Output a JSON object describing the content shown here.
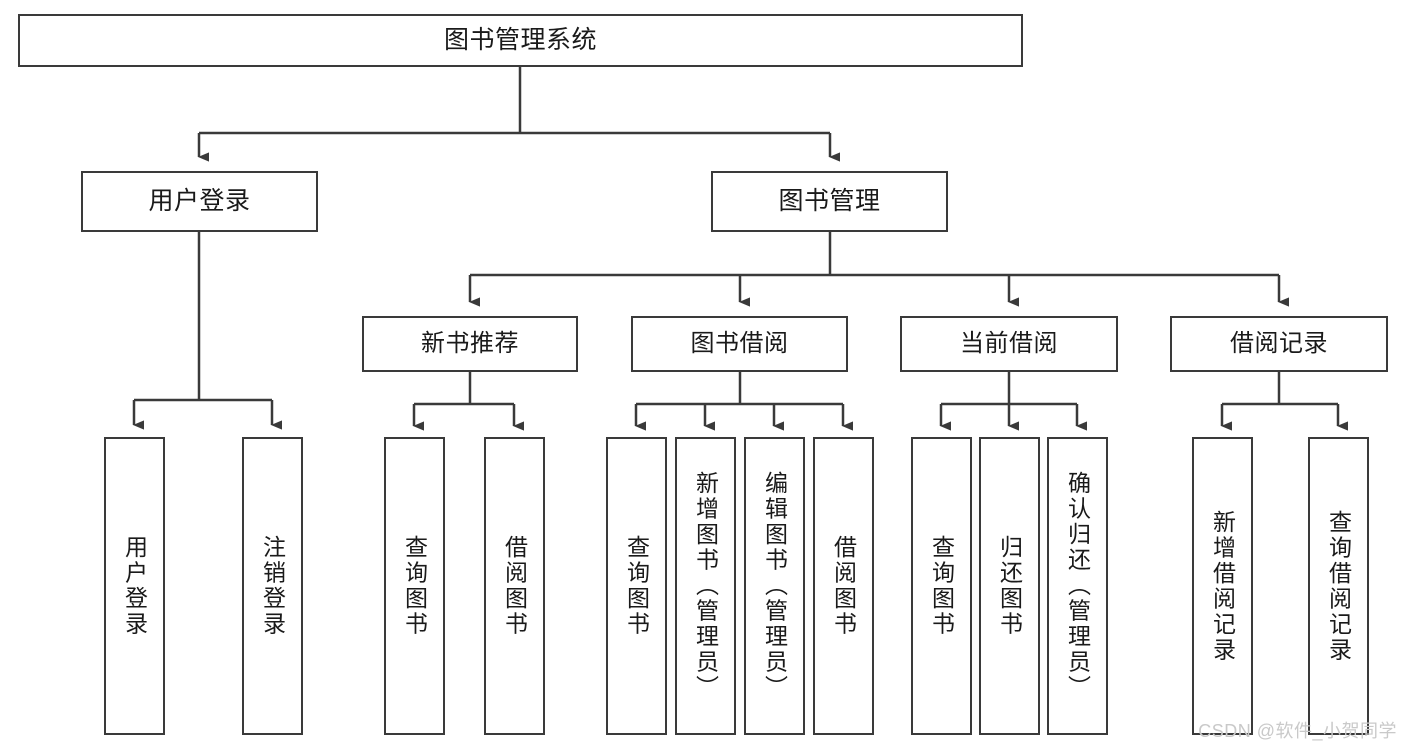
{
  "diagram": {
    "type": "tree-hierarchy",
    "title": "图书管理系统",
    "watermark": "CSDN @软件_小贺同学",
    "colors": {
      "stroke": "#3a3a3a",
      "fill": "#ffffff",
      "text": "#1a1a1a",
      "watermark": "#c9c9c9"
    },
    "root": {
      "label": "图书管理系统"
    },
    "level2": [
      {
        "label": "用户登录"
      },
      {
        "label": "图书管理"
      }
    ],
    "level3": [
      {
        "label": "新书推荐"
      },
      {
        "label": "图书借阅"
      },
      {
        "label": "当前借阅"
      },
      {
        "label": "借阅记录"
      }
    ],
    "leaves": {
      "user_login": [
        {
          "label": "用户登录"
        },
        {
          "label": "注销登录"
        }
      ],
      "new_book_recommend": [
        {
          "label": "查询图书"
        },
        {
          "label": "借阅图书"
        }
      ],
      "book_borrow": [
        {
          "label": "查询图书"
        },
        {
          "label": "新增图书（管理员）"
        },
        {
          "label": "编辑图书（管理员）"
        },
        {
          "label": "借阅图书"
        }
      ],
      "current_borrow": [
        {
          "label": "查询图书"
        },
        {
          "label": "归还图书"
        },
        {
          "label": "确认归还（管理员）"
        }
      ],
      "borrow_record": [
        {
          "label": "新增借阅记录"
        },
        {
          "label": "查询借阅记录"
        }
      ]
    }
  }
}
